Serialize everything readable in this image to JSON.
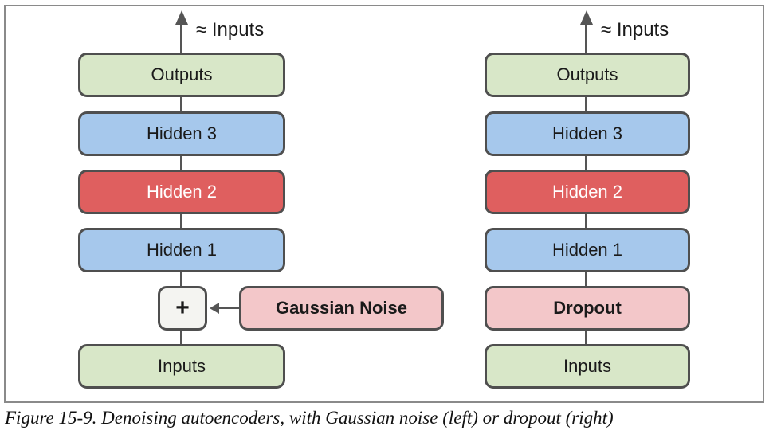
{
  "figure": {
    "caption": "Figure 15-9. Denoising autoencoders, with Gaussian noise (left) or dropout (right)"
  },
  "left_diagram": {
    "approx_label": "≈ Inputs",
    "layers": [
      {
        "label": "Outputs"
      },
      {
        "label": "Hidden 3"
      },
      {
        "label": "Hidden 2"
      },
      {
        "label": "Hidden 1"
      },
      {
        "label": "Inputs"
      }
    ],
    "plus_label": "+",
    "noise_label": "Gaussian Noise"
  },
  "right_diagram": {
    "approx_label": "≈ Inputs",
    "layers": [
      {
        "label": "Outputs"
      },
      {
        "label": "Hidden 3"
      },
      {
        "label": "Hidden 2"
      },
      {
        "label": "Hidden 1"
      },
      {
        "label": "Inputs"
      }
    ],
    "dropout_label": "Dropout"
  },
  "colors": {
    "layer_green": "#d8e7c8",
    "layer_blue": "#a6c8ec",
    "layer_red": "#df5f5f",
    "noise_pink": "#f3c7c9",
    "plus_gray": "#f4f4f1",
    "stroke_gray": "#555555",
    "frame_gray": "#8a8a8a"
  }
}
